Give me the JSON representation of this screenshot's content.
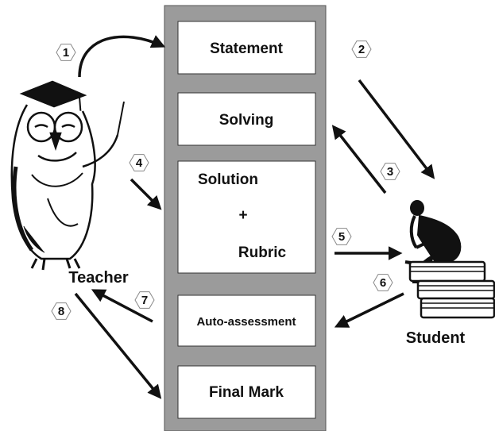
{
  "boxes": {
    "statement": "Statement",
    "solving": "Solving",
    "solution_line1": "Solution",
    "solution_line2": "+",
    "solution_line3": "Rubric",
    "auto_assessment": "Auto-assessment",
    "final_mark": "Final Mark"
  },
  "actors": {
    "teacher": "Teacher",
    "student": "Student"
  },
  "steps": [
    "1",
    "2",
    "3",
    "4",
    "5",
    "6",
    "7",
    "8"
  ],
  "colors": {
    "column": "#9b9b9b",
    "box_fill": "#ffffff",
    "ink": "#111111"
  },
  "icons": {
    "teacher": "owl-teacher-icon",
    "student": "thinker-on-books-icon"
  }
}
